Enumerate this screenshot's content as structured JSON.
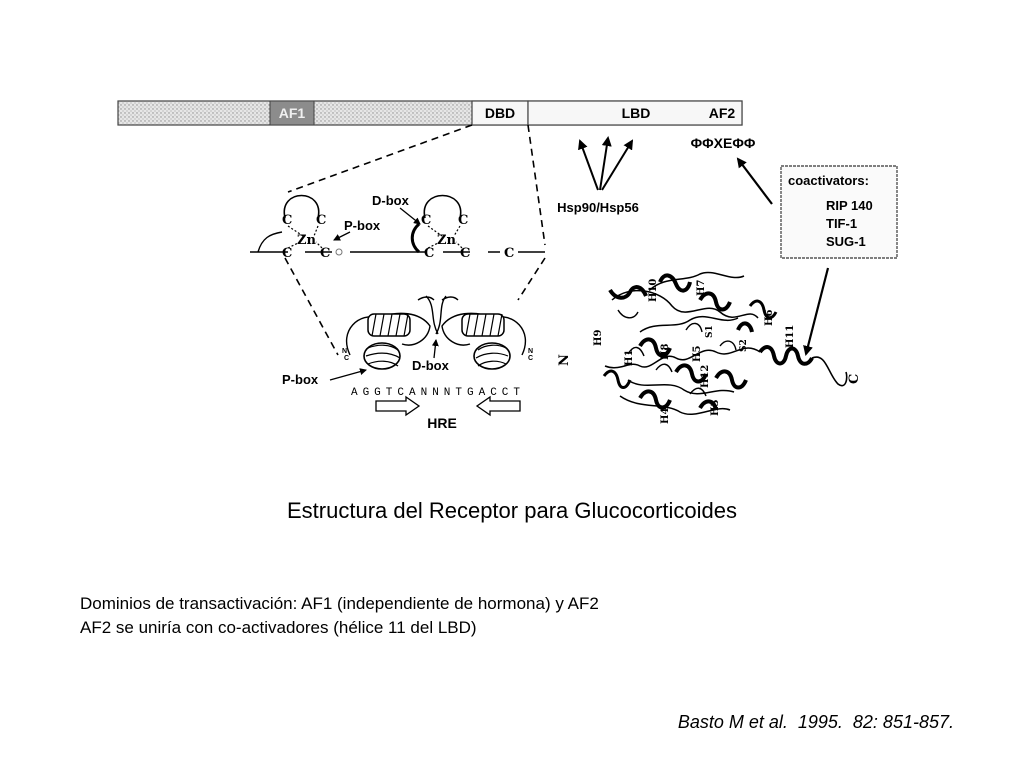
{
  "figure": {
    "domain_bar": {
      "af1": "AF1",
      "dbd": "DBD",
      "lbd": "LBD",
      "af2": "AF2"
    },
    "af2_motif": "ΦΦXEΦΦ",
    "chaperones": "Hsp90/Hsp56",
    "coactivators": {
      "title": "coactivators:",
      "items": [
        "RIP 140",
        "TIF-1",
        "SUG-1"
      ]
    },
    "zinc_fingers": {
      "d_box": "D-box",
      "p_box": "P-box",
      "zn": "Zn",
      "c": "C"
    },
    "dna_complex": {
      "d_box": "D-box",
      "p_box": "P-box",
      "sequence": "AGGTCANNNTGACCT",
      "hre": "HRE",
      "n": "N",
      "c": "C"
    },
    "lbd_structure": {
      "n_label": "N",
      "c_label": "C",
      "helices": [
        "H10",
        "H7",
        "H9",
        "H1",
        "H8",
        "H5",
        "S1",
        "S2",
        "H6",
        "H11",
        "H12",
        "H4",
        "H3"
      ]
    }
  },
  "caption": {
    "title": "Estructura del Receptor para Glucocorticoides",
    "notes": [
      "Dominios de transactivación: AF1 (independiente de hormona) y AF2",
      "AF2 se uniría con co-activadores (hélice 11 del LBD)"
    ],
    "citation": "Basto M et al.  1995.  82: 851-857."
  }
}
